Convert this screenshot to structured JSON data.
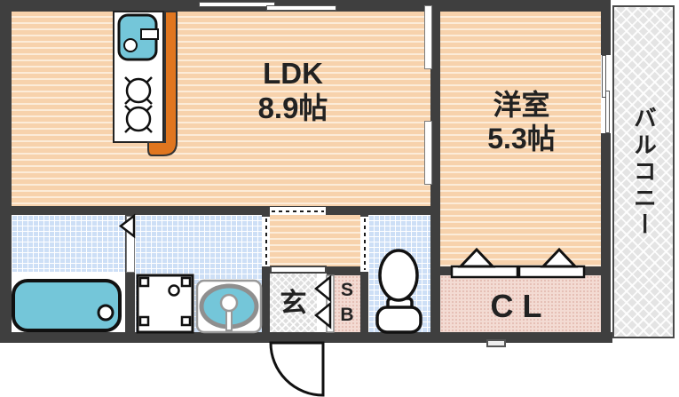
{
  "floorplan": {
    "rooms": {
      "ldk": {
        "name": "LDK",
        "size": "8.9帖"
      },
      "western_room": {
        "name": "洋室",
        "size": "5.3帖"
      },
      "balcony": {
        "name": "バルコニー"
      },
      "entrance": {
        "name": "玄"
      },
      "shoe_box": {
        "line1": "S",
        "line2": "B"
      },
      "closet": {
        "name": "CL"
      }
    },
    "fixtures": [
      "kitchen-sink",
      "stove-burners",
      "kitchen-counter",
      "bathtub",
      "washing-machine-pan",
      "vanity-sink",
      "toilet",
      "entrance-door",
      "closet-folding-doors",
      "shoebox-folding-doors",
      "bathroom-folding-door",
      "sliding-doors",
      "window-top",
      "window-balcony"
    ],
    "colors": {
      "wall": "#3f3f3f",
      "floor_peach": "#f7d2ac",
      "floor_stripe": "#fcecd9",
      "tile_blue": "#cddff6",
      "fixture_teal": "#74c6d9",
      "counter_orange": "#e0761f",
      "entrance_gray": "#dedede",
      "balcony_gray": "#e4e4e4",
      "closet_pink": "#f3dbd3",
      "text": "#222222"
    }
  }
}
